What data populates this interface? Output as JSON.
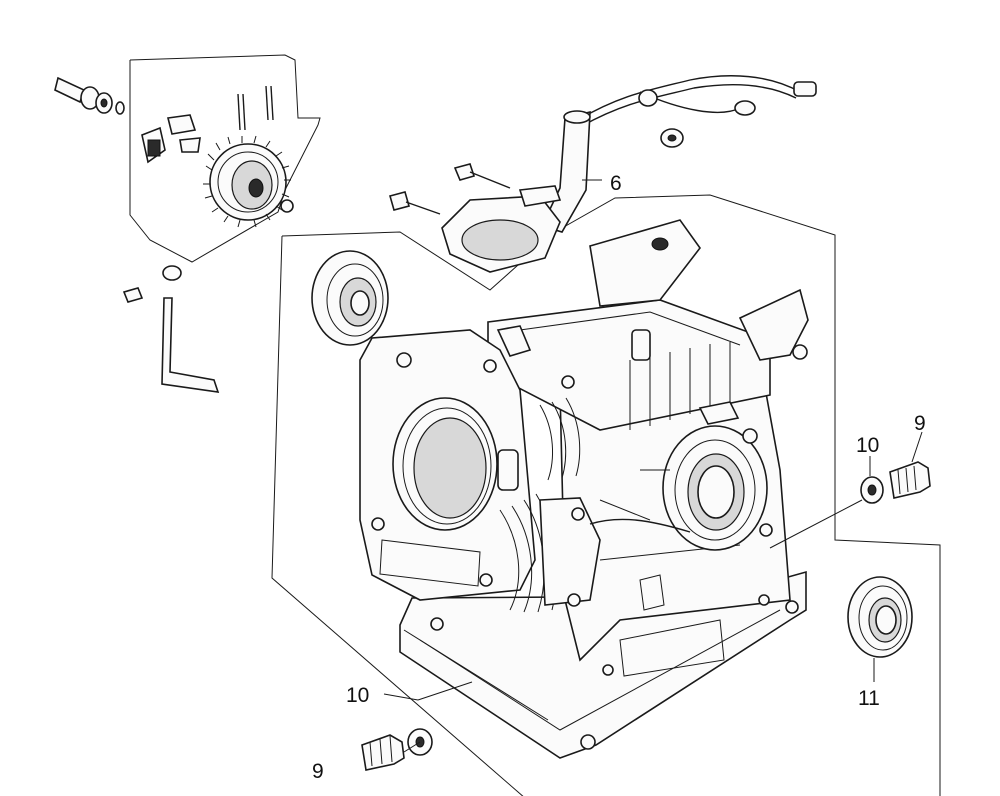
{
  "callouts": [
    {
      "id": "c6",
      "text": "6"
    },
    {
      "id": "c9r",
      "text": "9"
    },
    {
      "id": "c10r",
      "text": "10"
    },
    {
      "id": "c11",
      "text": "11"
    },
    {
      "id": "c10b",
      "text": "10"
    },
    {
      "id": "c9b",
      "text": "9"
    }
  ]
}
